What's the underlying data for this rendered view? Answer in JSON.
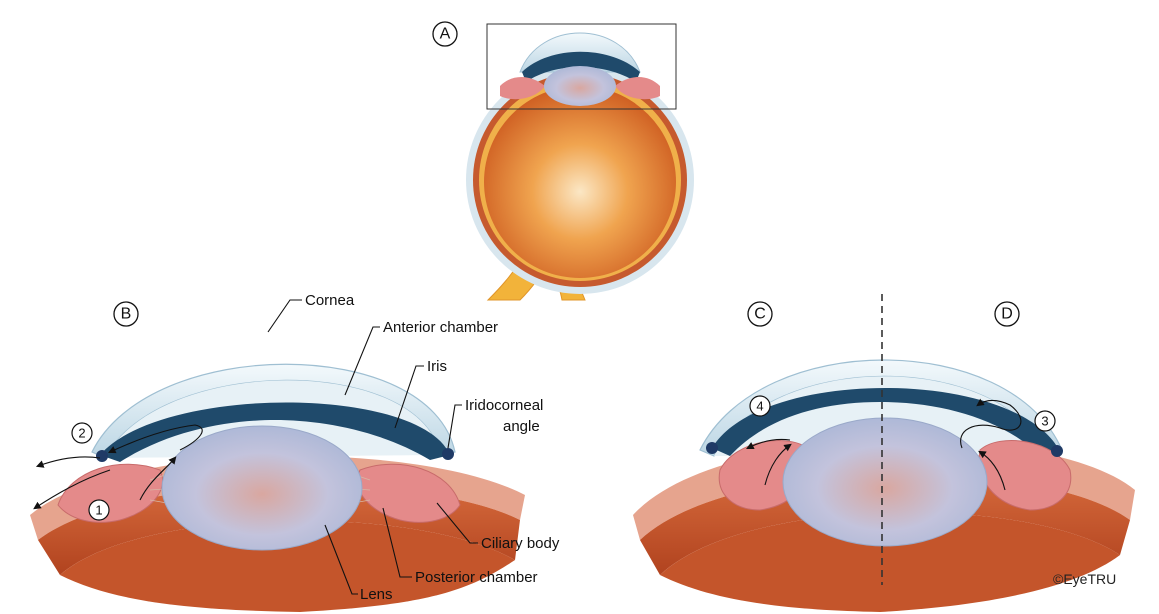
{
  "panels": {
    "a": "A",
    "b": "B",
    "c": "C",
    "d": "D"
  },
  "labels": {
    "cornea": "Cornea",
    "anterior_chamber": "Anterior chamber",
    "iris": "Iris",
    "iridocorneal_angle_line1": "Iridocorneal",
    "iridocorneal_angle_line2": "angle",
    "ciliary_body": "Ciliary body",
    "posterior_chamber": "Posterior chamber",
    "lens": "Lens"
  },
  "markers": {
    "m1": "1",
    "m2": "2",
    "m3": "3",
    "m4": "4"
  },
  "copyright": "©EyeTRU",
  "colors": {
    "cornea": "#cfe3ee",
    "iris": "#1f4a6b",
    "lens": "#b9c6de",
    "ciliary": "#e48a8a",
    "sclera_orange": "#c9542a",
    "inner_orange": "#e58a3a"
  }
}
